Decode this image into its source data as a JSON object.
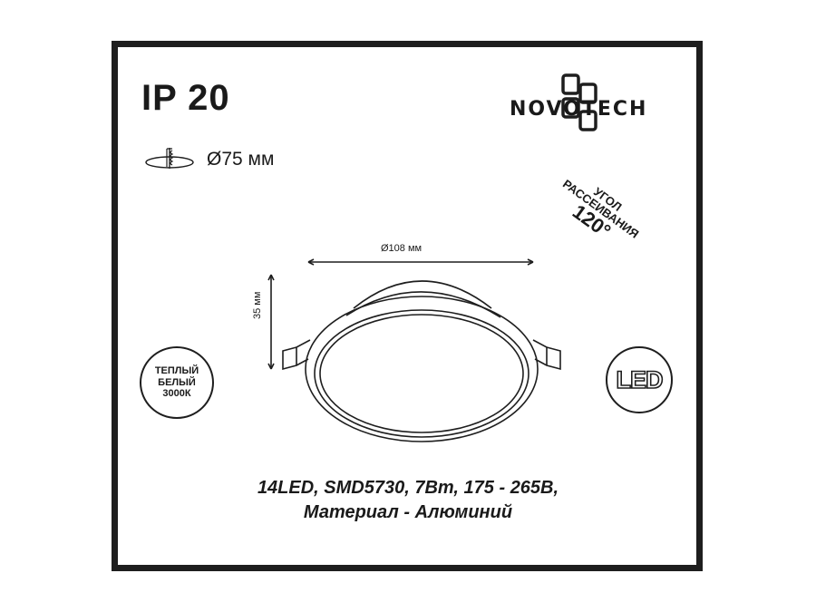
{
  "ip_rating": "IP 20",
  "cutout": {
    "icon": "ceiling-cutout-icon",
    "label": "Ø75 мм"
  },
  "brand": {
    "name": "NOVOTECH",
    "logo_icon": "novotech-logo-icon"
  },
  "beam_angle": {
    "line1": "УГОЛ",
    "line2": "РАССЕИВАНИЯ",
    "value": "120°"
  },
  "dimensions": {
    "diameter": "Ø108 мм",
    "height": "35 мм"
  },
  "color_temp_badge": {
    "line1": "ТЕПЛЫЙ",
    "line2": "БЕЛЫЙ",
    "line3": "3000К"
  },
  "led_badge": "LED",
  "specs": {
    "line1": "14LED, SMD5730, 7Вт, 175 - 265В,",
    "line2": "Материал - Алюминий"
  },
  "colors": {
    "ink": "#1e1e1e",
    "background": "#ffffff"
  }
}
